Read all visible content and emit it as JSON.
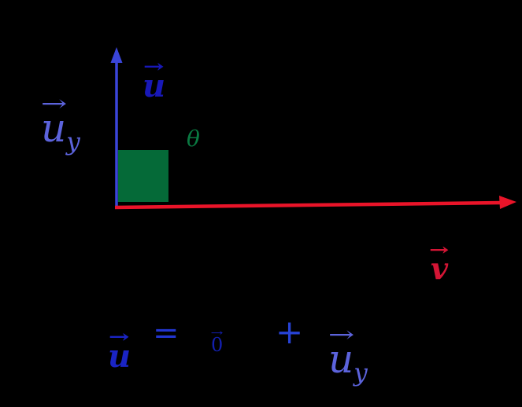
{
  "colors": {
    "background": "#000000",
    "vector_u_arrow": "#3a45d9",
    "label_u": "#1818b8",
    "label_uy": "#5c63dc",
    "vector_v_arrow": "#ea1429",
    "label_v": "#d41535",
    "right_angle_square": "#056a38",
    "theta": "#0a7a42",
    "equation_blue": "#2235cf",
    "equation_zero_blue": "#131fae"
  },
  "diagram": {
    "u_label": {
      "arrow": "→",
      "letter": "u"
    },
    "uy_label": {
      "arrow": "→",
      "letter": "u",
      "subscript": "y"
    },
    "v_label": {
      "arrow": "→",
      "letter": "v"
    },
    "theta_label": "θ"
  },
  "equation": {
    "lhs": {
      "arrow": "→",
      "letter": "u"
    },
    "equals_sign": "=",
    "zero_term": {
      "arrow": "→",
      "letter": "0"
    },
    "plus_sign": "+",
    "rhs": {
      "arrow": "→",
      "letter": "u",
      "subscript": "y"
    }
  }
}
